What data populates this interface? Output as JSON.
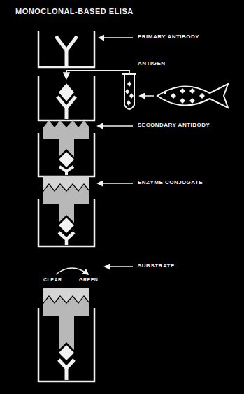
{
  "diagram": {
    "title": "MONOCLONAL-BASED ELISA",
    "labels": [
      "PRIMARY ANTIBODY",
      "ANTIGEN",
      "SECONDARY ANTIBODY",
      "ENZYME CONJUGATE",
      "SUBSTRATE",
      "CLEAR",
      "GREEN"
    ]
  }
}
